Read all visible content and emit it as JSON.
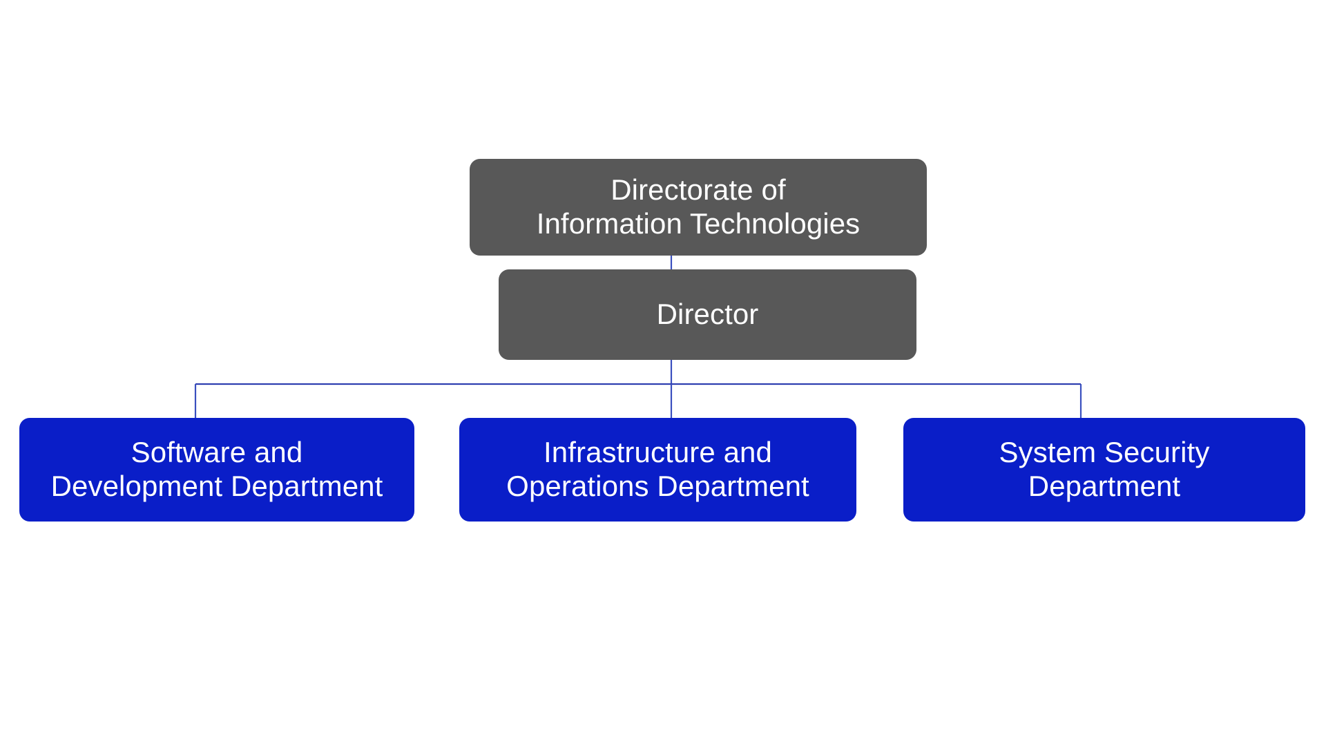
{
  "diagram": {
    "type": "organizational-chart",
    "background_color": "#FFFFFF",
    "title_node_color": "#585858",
    "department_node_color": "#0A1EC8",
    "connector_color": "#3A4FBF",
    "text_color": "#FFFFFF"
  },
  "root": {
    "label": "Directorate of\nInformation Technologies",
    "line1": "Directorate of",
    "line2": "Information Technologies"
  },
  "director": {
    "label": "Director"
  },
  "departments": [
    {
      "label": "Software and\nDevelopment Department",
      "line1": "Software and",
      "line2": "Development Department"
    },
    {
      "label": "Infrastructure and\nOperations Department",
      "line1": "Infrastructure and",
      "line2": "Operations Department"
    },
    {
      "label": "System Security\nDepartment",
      "line1": "System Security",
      "line2": "Department"
    }
  ]
}
